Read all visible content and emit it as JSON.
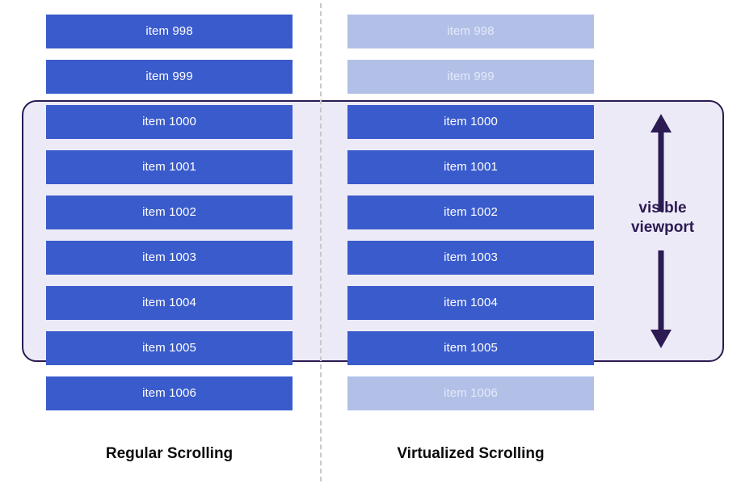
{
  "diagram": {
    "title_left": "Regular Scrolling",
    "title_right": "Virtualized Scrolling",
    "viewport_label_line1": "visible",
    "viewport_label_line2": "viewport",
    "colors": {
      "bar_solid": "#3a5bcc",
      "bar_faded": "#b2c0e8",
      "viewport_fill": "#edeaf8",
      "viewport_border": "#2b1b52",
      "arrow": "#2b1b52",
      "divider": "#c9c9c9",
      "caption_text": "#0b0b0b",
      "bar_text": "#ffffff",
      "bar_faded_text": "#e4eaf8"
    },
    "rows": [
      {
        "label": "item 998",
        "in_viewport": false
      },
      {
        "label": "item 999",
        "in_viewport": false
      },
      {
        "label": "item 1000",
        "in_viewport": true
      },
      {
        "label": "item 1001",
        "in_viewport": true
      },
      {
        "label": "item 1002",
        "in_viewport": true
      },
      {
        "label": "item 1003",
        "in_viewport": true
      },
      {
        "label": "item 1004",
        "in_viewport": true
      },
      {
        "label": "item 1005",
        "in_viewport": true
      },
      {
        "label": "item 1006",
        "in_viewport": false
      }
    ],
    "left_column": {
      "name": "regular-scrolling",
      "items": [
        {
          "label": "item 998",
          "state": "solid"
        },
        {
          "label": "item 999",
          "state": "solid"
        },
        {
          "label": "item 1000",
          "state": "solid"
        },
        {
          "label": "item 1001",
          "state": "solid"
        },
        {
          "label": "item 1002",
          "state": "solid"
        },
        {
          "label": "item 1003",
          "state": "solid"
        },
        {
          "label": "item 1004",
          "state": "solid"
        },
        {
          "label": "item 1005",
          "state": "solid"
        },
        {
          "label": "item 1006",
          "state": "solid"
        }
      ]
    },
    "right_column": {
      "name": "virtualized-scrolling",
      "items": [
        {
          "label": "item 998",
          "state": "faded"
        },
        {
          "label": "item 999",
          "state": "faded"
        },
        {
          "label": "item 1000",
          "state": "solid"
        },
        {
          "label": "item 1001",
          "state": "solid"
        },
        {
          "label": "item 1002",
          "state": "solid"
        },
        {
          "label": "item 1003",
          "state": "solid"
        },
        {
          "label": "item 1004",
          "state": "solid"
        },
        {
          "label": "item 1005",
          "state": "solid"
        },
        {
          "label": "item 1006",
          "state": "faded"
        }
      ]
    }
  }
}
